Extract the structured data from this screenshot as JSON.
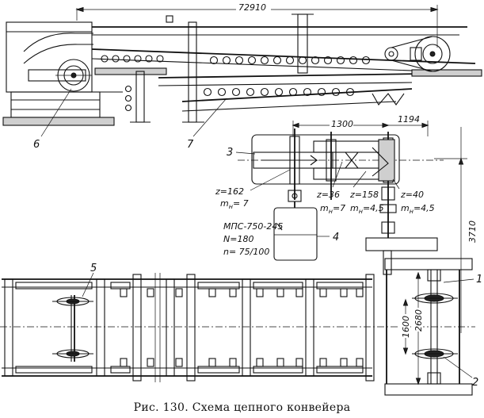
{
  "caption": "Рис. 130. Схема цепного конвейера",
  "dimensions": {
    "overall_length": "72910",
    "width_1300": "1300",
    "width_1194": "1194",
    "height_3710": "3710",
    "height_2680": "2680",
    "height_1600": "1600"
  },
  "callouts": {
    "c1": "1",
    "c2": "2",
    "c3": "3",
    "c4": "4",
    "c5": "5",
    "c6": "6",
    "c7": "7"
  },
  "gears": {
    "left_z": "z=162",
    "left_m": "m",
    "left_m_sub": "н",
    "left_m_val": "= 7",
    "mid1_z": "z=36",
    "mid1_m": "m",
    "mid1_m_sub": "н",
    "mid1_m_val": "=7",
    "mid2_z": "z=158",
    "mid2_m": "m",
    "mid2_m_sub": "н",
    "mid2_m_val": "=4,5",
    "right_z": "z=40",
    "right_m": "m",
    "right_m_sub": "н",
    "right_m_val": "=4,5"
  },
  "motor": {
    "model": "МПС-750-245",
    "power": "N=180",
    "speed": "n= 75/100"
  }
}
